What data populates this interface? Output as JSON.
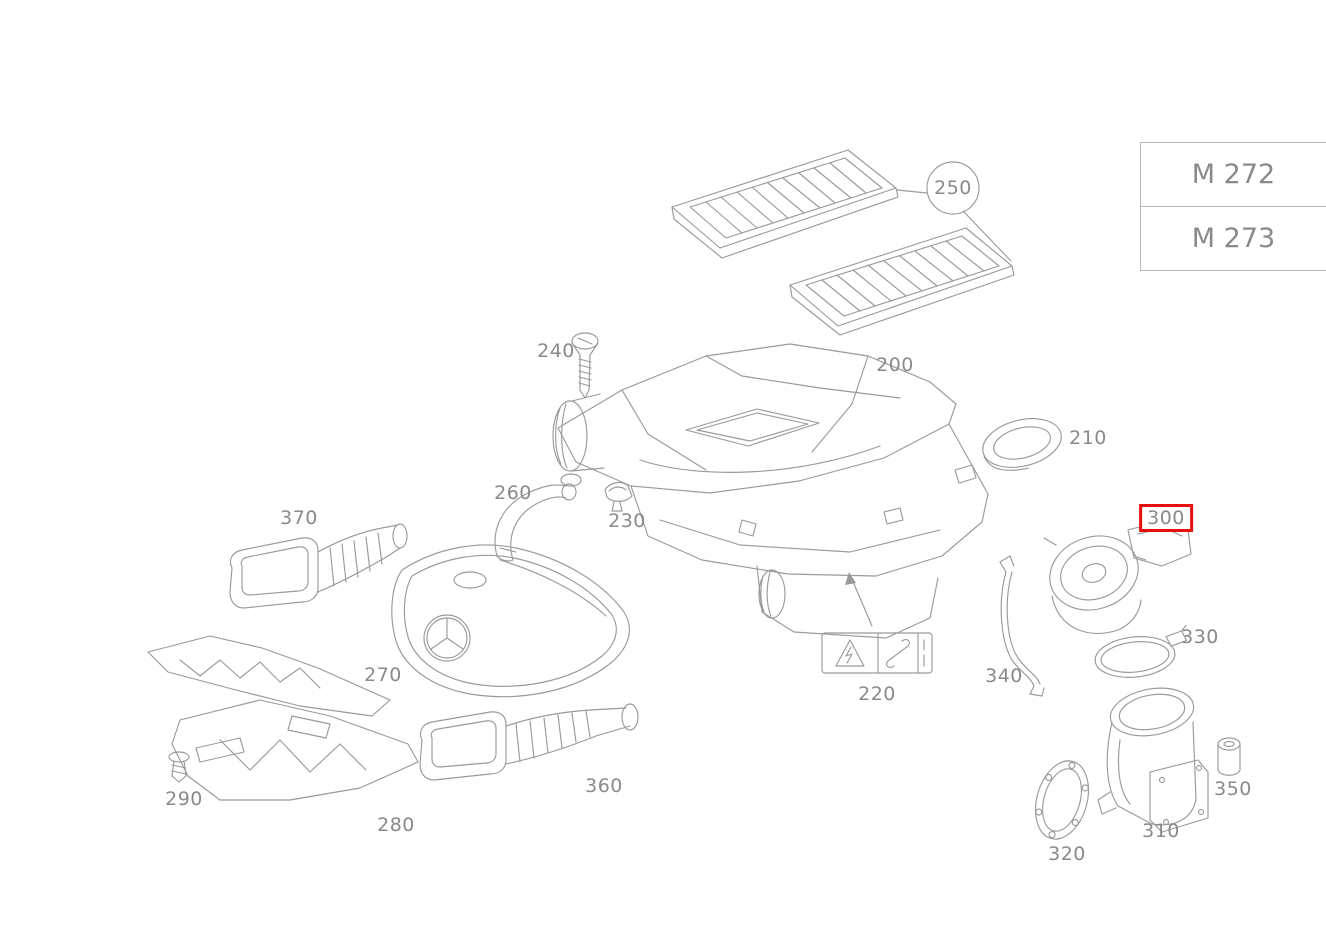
{
  "diagram": {
    "type": "exploded-parts-diagram",
    "subject": "air intake / air filter assembly",
    "colors": {
      "background": "#ffffff",
      "line": "#9a9a9a",
      "label": "#8a8a8a",
      "highlight": "#e8100c"
    },
    "engine_codes": [
      {
        "label": "M 272"
      },
      {
        "label": "M 273"
      }
    ],
    "highlighted_part": "300",
    "labels": [
      {
        "part": "200",
        "text": "200"
      },
      {
        "part": "210",
        "text": "210"
      },
      {
        "part": "220",
        "text": "220"
      },
      {
        "part": "230",
        "text": "230"
      },
      {
        "part": "240",
        "text": "240"
      },
      {
        "part": "250",
        "text": "250"
      },
      {
        "part": "260",
        "text": "260"
      },
      {
        "part": "270",
        "text": "270"
      },
      {
        "part": "280",
        "text": "280"
      },
      {
        "part": "290",
        "text": "290"
      },
      {
        "part": "300",
        "text": "300"
      },
      {
        "part": "310",
        "text": "310"
      },
      {
        "part": "320",
        "text": "320"
      },
      {
        "part": "330",
        "text": "330"
      },
      {
        "part": "340",
        "text": "340"
      },
      {
        "part": "350",
        "text": "350"
      },
      {
        "part": "360",
        "text": "360"
      },
      {
        "part": "370",
        "text": "370"
      }
    ]
  }
}
